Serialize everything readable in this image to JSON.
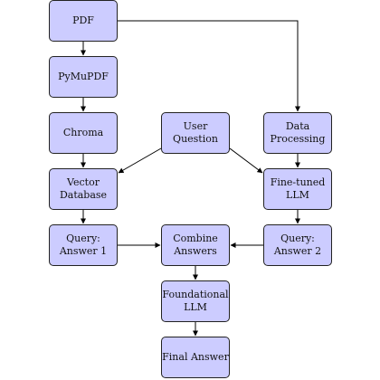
{
  "diagram": {
    "nodes": {
      "pdf": "PDF",
      "pymupdf": "PyMuPDF",
      "chroma": "Chroma",
      "vector_db": "Vector\nDatabase",
      "query_1": "Query:\nAnswer 1",
      "user_question": "User\nQuestion",
      "combine": "Combine\nAnswers",
      "foundational": "Foundational\nLLM",
      "final": "Final Answer",
      "data_processing": "Data\nProcessing",
      "fine_tuned": "Fine-tuned\nLLM",
      "query_2": "Query:\nAnswer 2"
    },
    "edges": [
      [
        "pdf",
        "pymupdf"
      ],
      [
        "pymupdf",
        "chroma"
      ],
      [
        "chroma",
        "vector_db"
      ],
      [
        "vector_db",
        "query_1"
      ],
      [
        "pdf",
        "data_processing"
      ],
      [
        "data_processing",
        "fine_tuned"
      ],
      [
        "fine_tuned",
        "query_2"
      ],
      [
        "user_question",
        "vector_db"
      ],
      [
        "user_question",
        "fine_tuned"
      ],
      [
        "query_1",
        "combine"
      ],
      [
        "query_2",
        "combine"
      ],
      [
        "combine",
        "foundational"
      ],
      [
        "foundational",
        "final"
      ]
    ],
    "colors": {
      "node_fill": "#ccccff",
      "node_border": "#222222",
      "edge": "#000000"
    }
  }
}
